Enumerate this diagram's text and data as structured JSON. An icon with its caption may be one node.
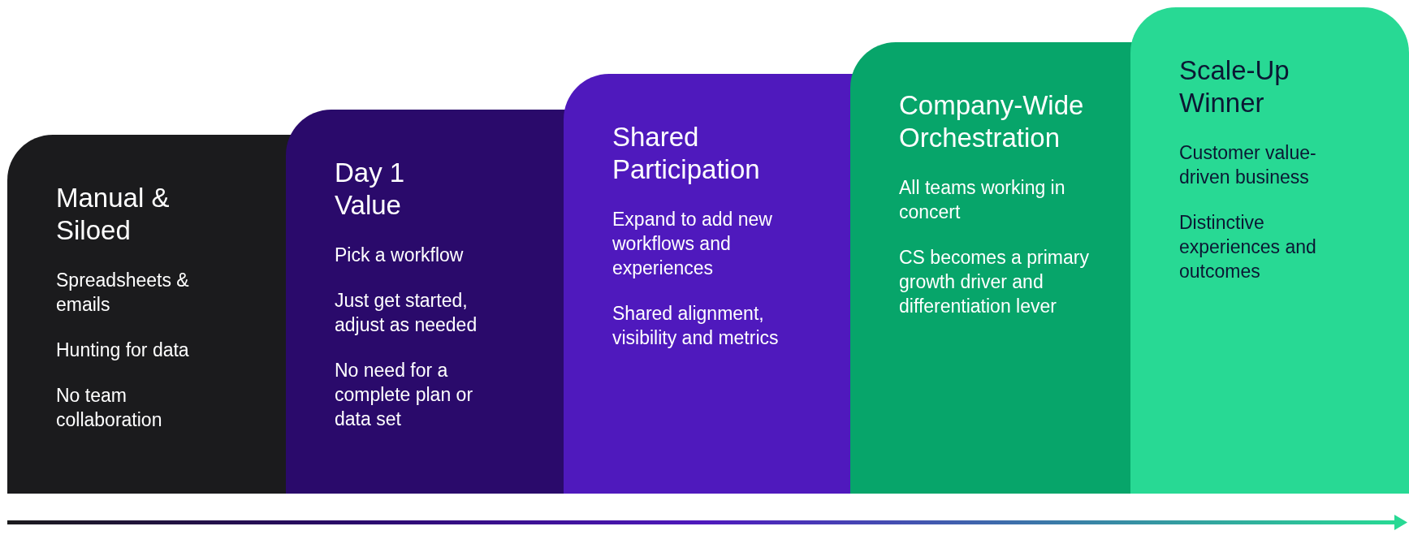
{
  "diagram": {
    "nodes": [
      {
        "text": [
          "Manual & Siloed",
          "Spreadsheets & emails",
          "Hunting for data",
          "No team collaboration"
        ]
      },
      {
        "text": [
          "Day 1 Value",
          "Pick a workflow",
          "Just get started, adjust as needed",
          "No need for a complete plan or data set"
        ]
      },
      {
        "text": [
          "Shared Participation",
          "Expand to add new workflows and experiences",
          "Shared alignment, visibility and metrics"
        ]
      },
      {
        "text": [
          "Company-Wide Orchestration",
          "All teams working in concert",
          "CS becomes a primary growth driver and differentiation lever"
        ]
      },
      {
        "text": [
          "Scale-Up Winner",
          "Customer value-driven business",
          "Distinctive experiences and outcomes"
        ]
      }
    ]
  }
}
